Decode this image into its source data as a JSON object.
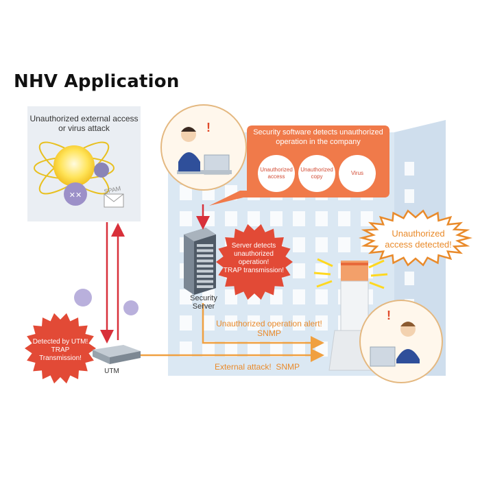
{
  "title": "NHV Application",
  "threat_panel": {
    "caption": "Unauthorized external access\nor virus attack",
    "spam_label": "SPAM"
  },
  "callout_top": {
    "heading": "Security software detects unauthorized\noperation in the company",
    "badges": [
      "Unauthorized\naccess",
      "Unauthorized\ncopy",
      "Virus"
    ]
  },
  "server": {
    "name": "Security\nServer",
    "burst_text": "Server detects\nunauthorized\noperation!\nTRAP transmission!"
  },
  "utm": {
    "name": "UTM",
    "burst_text": "Detected by UTM!\nTRAP\nTransmission!"
  },
  "alerts": {
    "internal_alert": "Unauthorized operation alert!\nSNMP",
    "external_alert": "External attack!  SNMP"
  },
  "speech": {
    "text": "Unauthorized\naccess detected!"
  },
  "colors": {
    "accent_orange": "#f07a4a",
    "arrow_orange": "#f0a040",
    "arrow_red": "#d8303a",
    "alert_text": "#e98a2a",
    "building": "#dbe8f3",
    "panel_bg": "#eaeef3"
  },
  "icons": [
    "alert-icon",
    "virus-icon",
    "mail-icon",
    "sun-icon"
  ]
}
